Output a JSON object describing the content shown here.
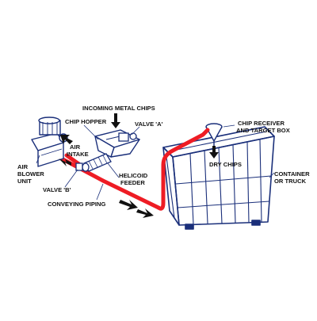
{
  "labels": {
    "incoming_metal_chips": "INCOMING METAL CHIPS",
    "chip_hopper": "CHIP HOPPER",
    "valve_a": "VALVE 'A'",
    "air_intake_1": "AIR",
    "air_intake_2": "INTAKE",
    "air_blower_1": "AIR",
    "air_blower_2": "BLOWER",
    "air_blower_3": "UNIT",
    "helicoid_1": "HELICOID",
    "helicoid_2": "FEEDER",
    "valve_b": "VALVE 'B'",
    "conveying_piping": "CONVEYING PIPING",
    "chip_receiver_1": "CHIP RECEIVER",
    "chip_receiver_2": "AND TARGET BOX",
    "dry_chips": "DRY CHIPS",
    "container_1": "CONTAINER",
    "container_2": "OR TRUCK"
  },
  "colors": {
    "pipe": "#ee1c24",
    "line": "#1a2f7a",
    "arrow": "#111111"
  }
}
